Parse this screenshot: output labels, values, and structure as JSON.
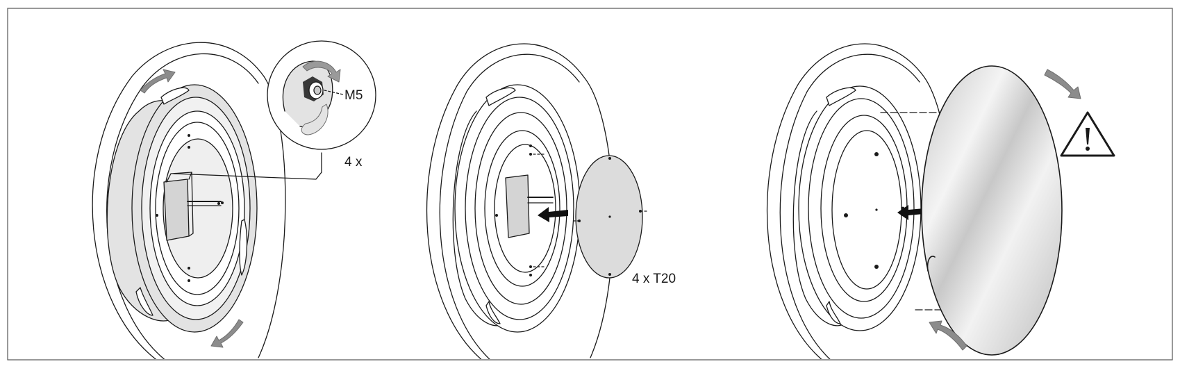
{
  "panels": [
    {
      "id": "step-1",
      "nut_size_label": "M5",
      "quantity_label": "4 x",
      "icons": [
        "rotate-arrow-icon",
        "tighten-nut-icon",
        "rotate-arrow-icon"
      ]
    },
    {
      "id": "step-2",
      "screw_label": "4 x T20",
      "icons": [
        "insert-arrow-icon"
      ]
    },
    {
      "id": "step-3",
      "icons": [
        "insert-arrow-icon",
        "rotate-arrow-icon",
        "warning-icon"
      ]
    }
  ],
  "colors": {
    "line": "#1a1a1a",
    "ring_fill": "#e3e3e3",
    "plate_fill": "#dcdcdc",
    "arrow_gray": "#8c8c8c",
    "arrow_black": "#111111",
    "frame": "#555555"
  }
}
